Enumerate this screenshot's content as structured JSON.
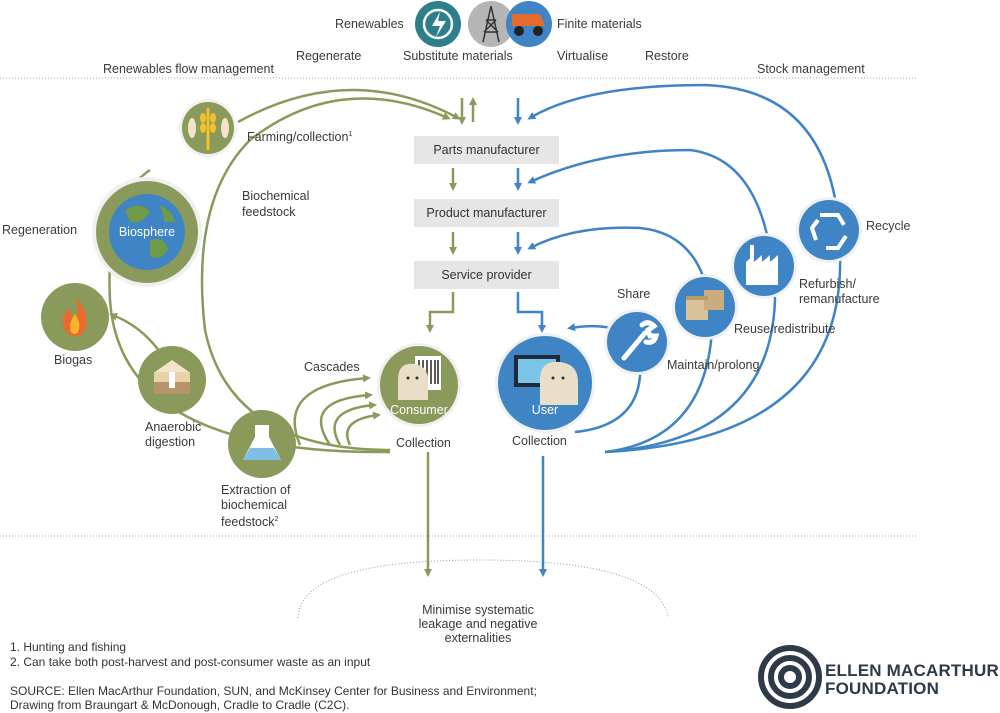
{
  "header": {
    "renewables": "Renewables",
    "finite_materials": "Finite materials",
    "regenerate": "Regenerate",
    "substitute_materials": "Substitute materials",
    "virtualise": "Virtualise",
    "restore": "Restore",
    "renewables_flow_management": "Renewables flow management",
    "stock_management": "Stock management"
  },
  "biological": {
    "farming_collection": "Farming/collection",
    "farming_sup": "1",
    "biochemical_feedstock_1": "Biochemical",
    "biochemical_feedstock_2": "feedstock",
    "regeneration": "Regeneration",
    "biosphere": "Biosphere",
    "biogas": "Biogas",
    "anaerobic_1": "Anaerobic",
    "anaerobic_2": "digestion",
    "cascades": "Cascades",
    "extraction_1": "Extraction of",
    "extraction_2": "biochemical",
    "extraction_3": "feedstock",
    "extraction_sup": "2",
    "consumer": "Consumer",
    "collection_left": "Collection"
  },
  "chain": {
    "parts_manufacturer": "Parts manufacturer",
    "product_manufacturer": "Product manufacturer",
    "service_provider": "Service provider"
  },
  "technical": {
    "user": "User",
    "collection_right": "Collection",
    "share": "Share",
    "maintain_prolong": "Maintain/prolong",
    "reuse_redistribute": "Reuse/redistribute",
    "refurbish_1": "Refurbish/",
    "refurbish_2": "remanufacture",
    "recycle": "Recycle"
  },
  "leakage": {
    "line1": "Minimise systematic",
    "line2": "leakage and negative",
    "line3": "externalities"
  },
  "footnotes": {
    "note1": "1. Hunting and fishing",
    "note2": "2. Can take both post-harvest and post-consumer waste as an input",
    "source1": "SOURCE: Ellen MacArthur Foundation, SUN, and McKinsey Center for Business and Environment;",
    "source2": "Drawing from Braungart & McDonough, Cradle to Cradle (C2C)."
  },
  "logo": {
    "line1": "ELLEN MACARTHUR",
    "line2": "FOUNDATION"
  },
  "colors": {
    "green": "#8a9a5b",
    "green_dark": "#6f7f45",
    "blue": "#3f84c4",
    "blue_dark": "#2f6aa3",
    "teal": "#2e7f8c",
    "grey": "#b5b5b5",
    "logo": "#2e3a48"
  }
}
